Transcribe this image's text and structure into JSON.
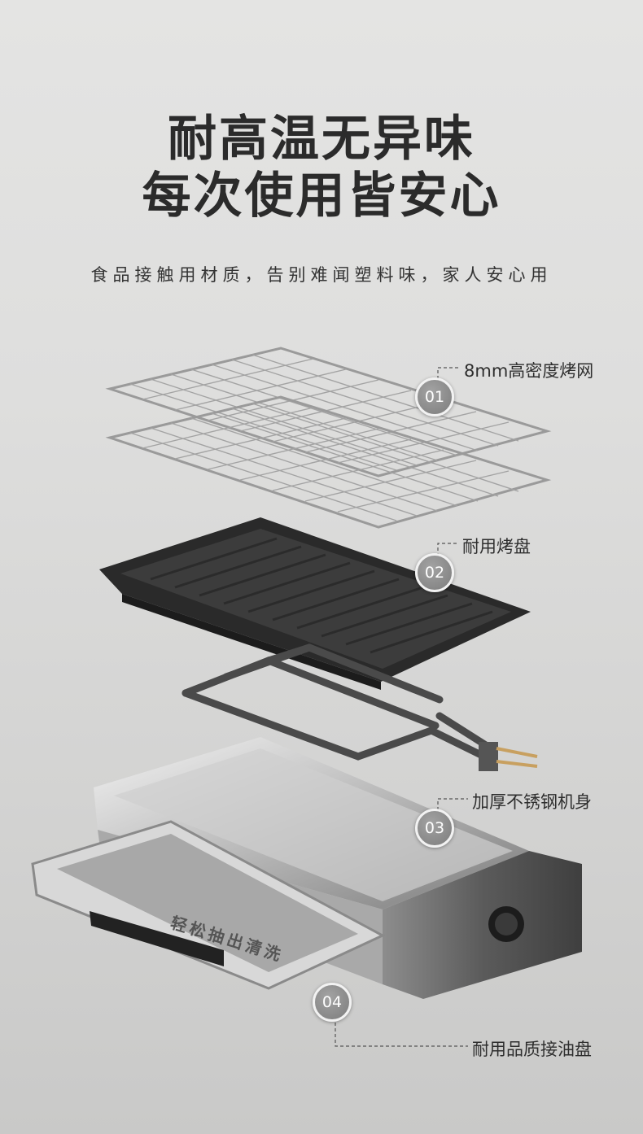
{
  "headline": {
    "line1": "耐高温无异味",
    "line2": "每次使用皆安心"
  },
  "subtitle": "食品接触用材质，告别难闻塑料味，家人安心用",
  "callouts": [
    {
      "num": "01",
      "label": "8mm高密度烤网"
    },
    {
      "num": "02",
      "label": "耐用烤盘"
    },
    {
      "num": "03",
      "label": "加厚不锈钢机身"
    },
    {
      "num": "04",
      "label": "耐用品质接油盘"
    }
  ],
  "drip_tray_text": "轻松抽出清洗",
  "colors": {
    "background": "#e0e0df",
    "text": "#2b2b2b",
    "badge": "#8c8c8c"
  }
}
